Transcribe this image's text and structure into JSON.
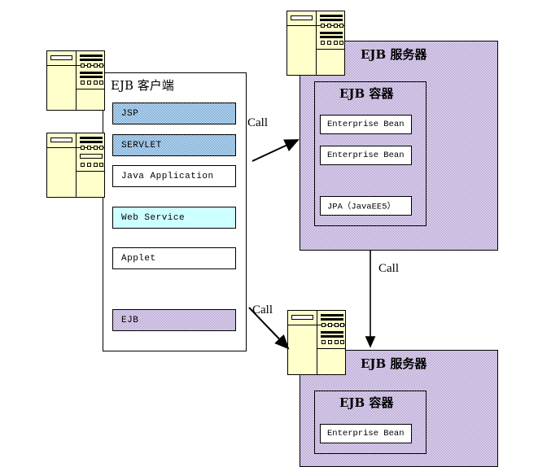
{
  "diagram": {
    "title_hidden": "",
    "background": "#ffffff",
    "colors": {
      "dither_purple": "#9a7fc4",
      "dither_blue": "#3c86c8",
      "cyan": "#ccffff",
      "tower_body": "#ffffcc",
      "outline": "#000000"
    }
  },
  "client": {
    "title": "EJB 客户端",
    "rows": [
      {
        "label": "JSP",
        "style": "dither-blue"
      },
      {
        "label": "SERVLET",
        "style": "dither-blue"
      },
      {
        "label": "Java Application",
        "style": "solid-white"
      },
      {
        "label": "Web Service",
        "style": "solid-cyan"
      },
      {
        "label": "Applet",
        "style": "solid-white"
      },
      {
        "label": "EJB",
        "style": "dither-purple"
      }
    ]
  },
  "server_top": {
    "title": "EJB 服务器",
    "container": {
      "title": "EJB 容器",
      "beans": [
        {
          "label": "Enterprise Bean"
        },
        {
          "label": "Enterprise Bean"
        },
        {
          "label": "JPA（JavaEE5）"
        }
      ]
    }
  },
  "server_bottom": {
    "title": "EJB 服务器",
    "container": {
      "title": "EJB 容器",
      "beans": [
        {
          "label": "Enterprise Bean"
        }
      ]
    }
  },
  "connectors": [
    {
      "name": "call-servlet-to-top-server",
      "label": "Call"
    },
    {
      "name": "call-ejb-to-bottom-server",
      "label": "Call"
    },
    {
      "name": "call-top-server-to-bottom-server",
      "label": "Call"
    }
  ],
  "icons": {
    "client_tower_1": "server-tower-icon",
    "client_tower_2": "server-tower-icon",
    "server_tower_top": "server-tower-icon",
    "server_tower_bottom": "server-tower-icon"
  }
}
